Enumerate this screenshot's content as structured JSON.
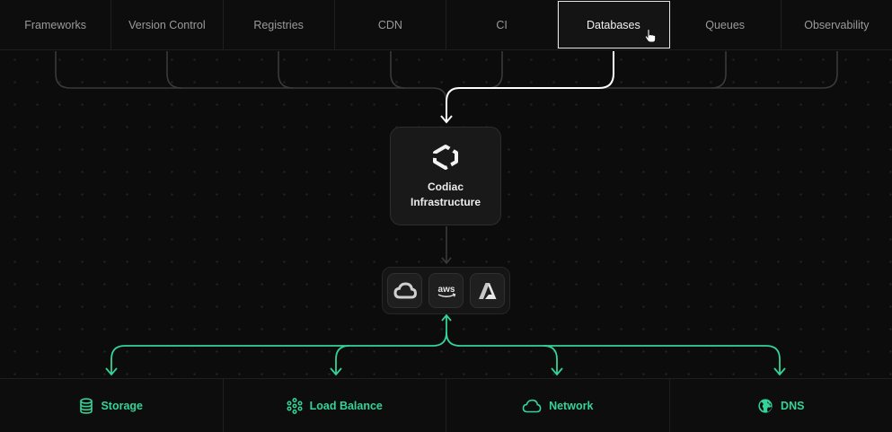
{
  "top_tabs": [
    {
      "label": "Frameworks",
      "active": false
    },
    {
      "label": "Version Control",
      "active": false
    },
    {
      "label": "Registries",
      "active": false
    },
    {
      "label": "CDN",
      "active": false
    },
    {
      "label": "CI",
      "active": false
    },
    {
      "label": "Databases",
      "active": true
    },
    {
      "label": "Queues",
      "active": false
    },
    {
      "label": "Observability",
      "active": false
    }
  ],
  "center_card": {
    "logo_icon": "codiac-logo-icon",
    "title": "Codiac Infrastructure"
  },
  "providers": [
    {
      "name": "Google Cloud",
      "icon": "google-cloud-icon",
      "label": ""
    },
    {
      "name": "AWS",
      "icon": "aws-icon",
      "label": "aws"
    },
    {
      "name": "Azure",
      "icon": "azure-icon",
      "label": ""
    }
  ],
  "bottom_items": [
    {
      "label": "Storage",
      "icon": "database-icon"
    },
    {
      "label": "Load Balance",
      "icon": "load-balance-icon"
    },
    {
      "label": "Network",
      "icon": "cloud-icon"
    },
    {
      "label": "DNS",
      "icon": "globe-icon"
    }
  ],
  "colors": {
    "accent": "#34d399",
    "active_wire": "#ffffff",
    "inactive_wire": "#3a3a3a",
    "background": "#0c0c0c"
  }
}
